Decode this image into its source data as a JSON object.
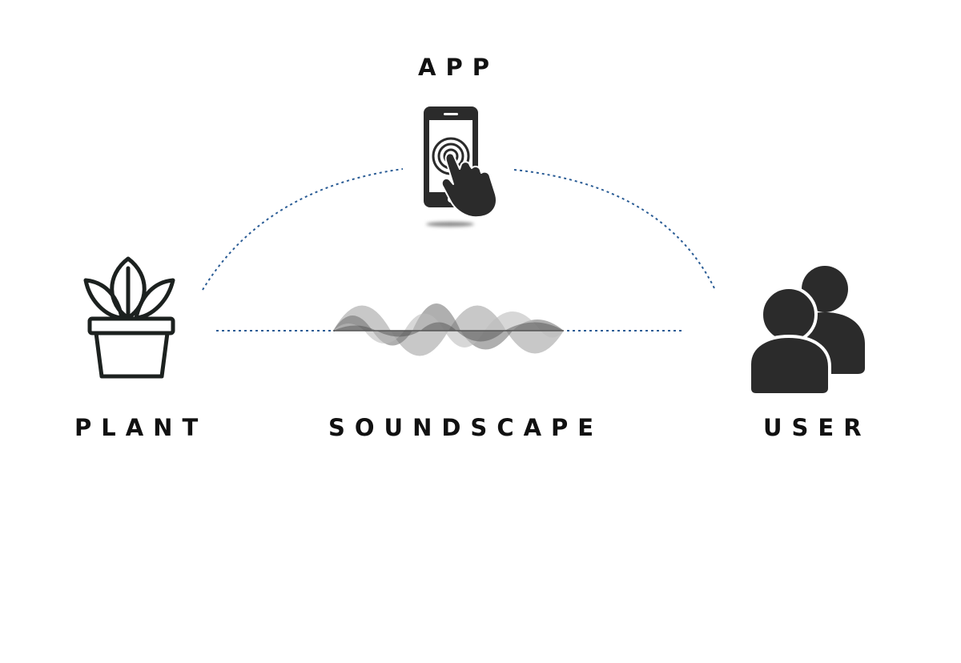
{
  "labels": {
    "app": "APP",
    "plant": "PLANT",
    "soundscape": "SOUNDSCAPE",
    "user": "USER"
  },
  "icons": {
    "app": "smartphone-touch-icon",
    "plant": "potted-plant-icon",
    "soundscape": "sound-wave-icon",
    "user": "users-icon"
  },
  "colors": {
    "connector": "#2a5c95",
    "icon": "#2b2b2b",
    "plant_stroke": "#1c211f",
    "text": "#111111"
  }
}
